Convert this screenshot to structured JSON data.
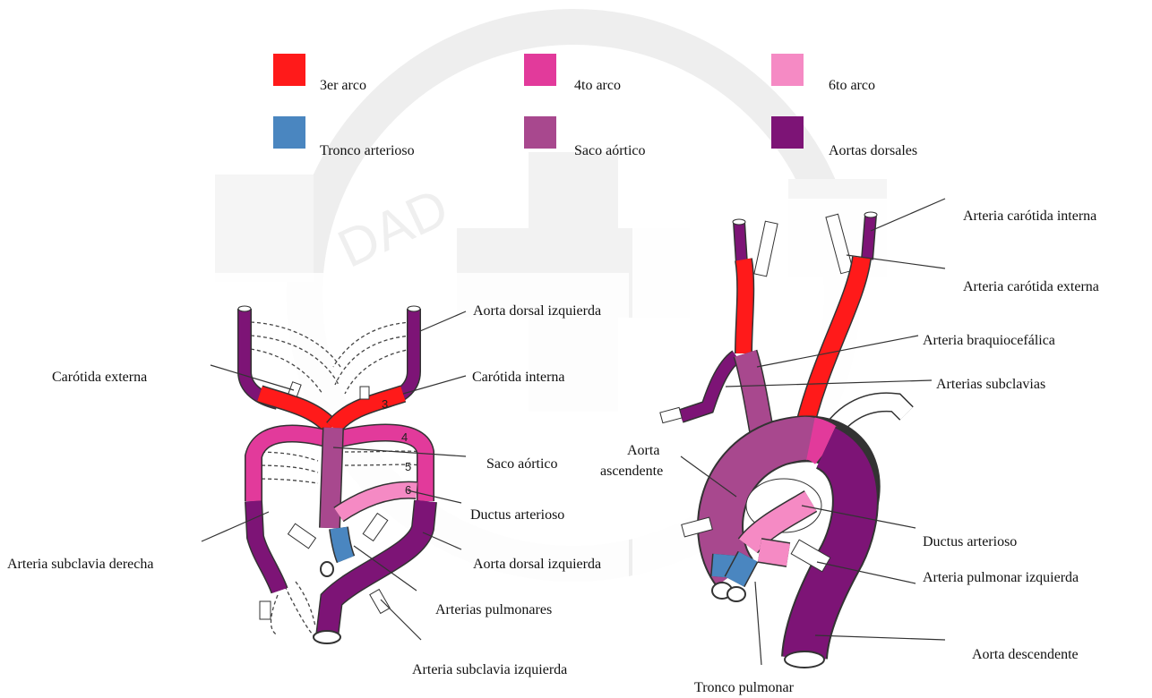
{
  "colors": {
    "arch3": "#ff1a1a",
    "arch4": "#e23a9b",
    "arch6": "#f58ac4",
    "truncus": "#4a86c0",
    "aortic_sac": "#a8488e",
    "dorsal_aortas": "#7d1476",
    "vessel_outline": "#333333",
    "watermark": "#d8d8d8"
  },
  "legend": [
    {
      "label": "3er arco",
      "color": "#ff1a1a"
    },
    {
      "label": "4to arco",
      "color": "#e23a9b"
    },
    {
      "label": "6to arco",
      "color": "#f58ac4"
    },
    {
      "label": "Tronco arterioso",
      "color": "#4a86c0"
    },
    {
      "label": "Saco aórtico",
      "color": "#a8488e"
    },
    {
      "label": "Aortas dorsales",
      "color": "#7d1476"
    }
  ],
  "left_diagram": {
    "arch_numbers": [
      "3",
      "4",
      "5",
      "6"
    ],
    "labels": {
      "aorta_dorsal_izq_top": "Aorta dorsal izquierda",
      "carotida_externa": "Carótida externa",
      "carotida_interna": "Carótida interna",
      "saco_aortico": "Saco aórtico",
      "ductus_arterioso": "Ductus arterioso",
      "arteria_subclavia_derecha": "Arteria subclavia derecha",
      "aorta_dorsal_izq_bottom": "Aorta dorsal izquierda",
      "arterias_pulmonares": "Arterias pulmonares",
      "arteria_subclavia_izquierda": "Arteria subclavia izquierda"
    }
  },
  "right_diagram": {
    "labels": {
      "arteria_carotida_interna": "Arteria carótida interna",
      "arteria_carotida_externa": "Arteria carótida externa",
      "arteria_braquiocefalica": "Arteria braquiocefálica",
      "arterias_subclavias": "Arterias subclavias",
      "aorta_ascendente_1": "Aorta",
      "aorta_ascendente_2": "ascendente",
      "ductus_arterioso": "Ductus arterioso",
      "arteria_pulmonar_izquierda": "Arteria pulmonar izquierda",
      "aorta_descendente": "Aorta descendente",
      "tronco_pulmonar": "Tronco pulmonar"
    }
  }
}
